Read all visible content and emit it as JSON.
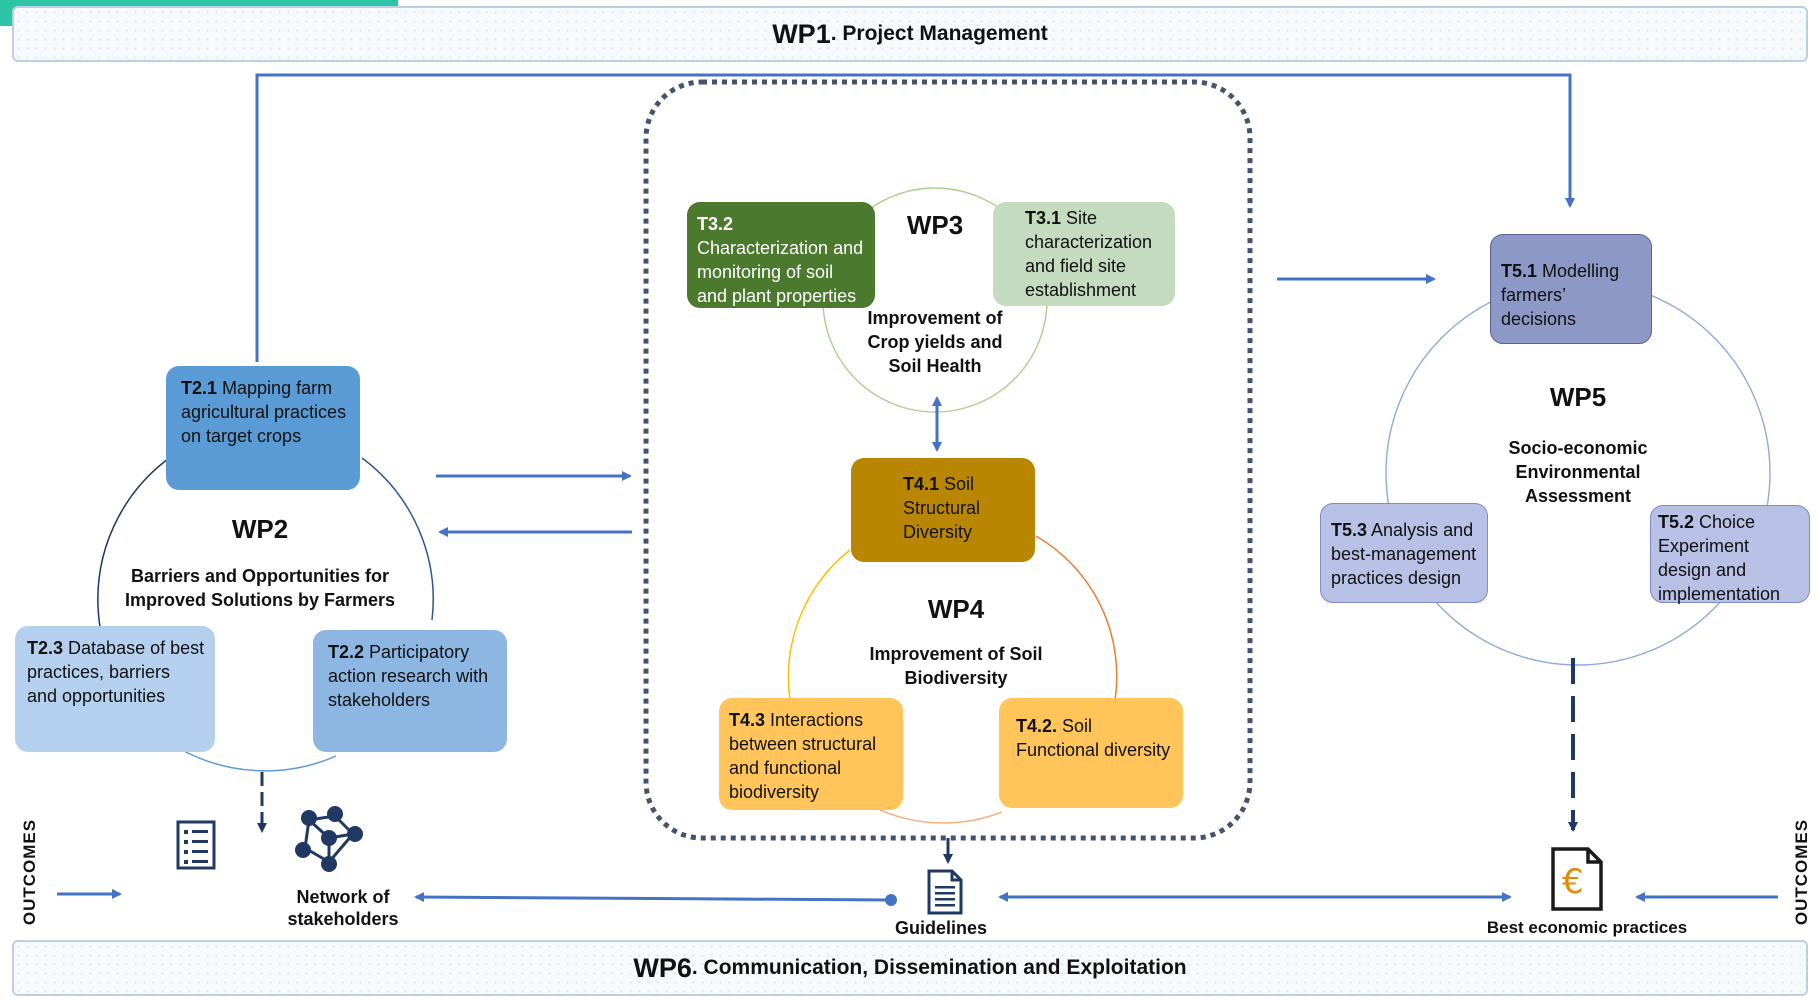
{
  "wp1": {
    "code": "WP1",
    "title": ". Project Management"
  },
  "wp6": {
    "code": "WP6",
    "title": ". Communication, Dissemination and Exploitation"
  },
  "wp2": {
    "title": "WP2",
    "subtitle_line1": "Barriers and Opportunities for",
    "subtitle_line2": "Improved Solutions by Farmers",
    "t21": {
      "code": "T2.1",
      "text": " Mapping farm agricultural practices on target crops"
    },
    "t22": {
      "code": "T2.2",
      "text": " Participatory action research with stakeholders"
    },
    "t23": {
      "code": "T2.3",
      "text": " Database of best practices, barriers and opportunities"
    }
  },
  "wp3": {
    "title": "WP3",
    "subtitle_line1": "Improvement of",
    "subtitle_line2": "Crop yields and",
    "subtitle_line3": "Soil Health",
    "t31": {
      "code": "T3.1",
      "text": " Site characterization and field site establishment"
    },
    "t32": {
      "code": "T3.2",
      "text": "Characterization and monitoring of soil and plant properties"
    }
  },
  "wp4": {
    "title": "WP4",
    "subtitle_line1": "Improvement of Soil",
    "subtitle_line2": "Biodiversity",
    "t41": {
      "code": "T4.1",
      "text": " Soil Structural Diversity"
    },
    "t42": {
      "code": "T4.2.",
      "text": " Soil Functional diversity"
    },
    "t43": {
      "code": "T4.3",
      "text": " Interactions between structural and functional biodiversity"
    }
  },
  "wp5": {
    "title": "WP5",
    "subtitle_line1": "Socio-economic",
    "subtitle_line2": "Environmental",
    "subtitle_line3": "Assessment",
    "t51": {
      "code": "T5.1",
      "text": " Modelling farmers’ decisions"
    },
    "t52": {
      "code": "T5.2",
      "text": " Choice Experiment design and implementation"
    },
    "t53": {
      "code": "T5.3",
      "text": "  Analysis and best-management practices design"
    }
  },
  "outcomes": {
    "left_label": "OUTCOMES",
    "right_label": "OUTCOMES",
    "network_line1": "Network of",
    "network_line2": "stakeholders",
    "guidelines": "Guidelines",
    "best_practices": "Best economic practices",
    "euro_symbol": "€"
  },
  "icons": [
    "checklist-icon",
    "network-icon",
    "document-icon",
    "euro-document-icon"
  ],
  "colors": {
    "t21": "#5b9bd5",
    "t22": "#8db7e2",
    "t23": "#b4d0ee",
    "t31": "#c4dbbf",
    "t32": "#4b7a2e",
    "t41": "#b88600",
    "t42": "#ffc55a",
    "t43": "#ffc55a",
    "t51": "#8e98c6",
    "t52": "#b9c0e6",
    "t53": "#b9c0e6",
    "arrow": "#4472c4",
    "navy": "#1f3864"
  }
}
